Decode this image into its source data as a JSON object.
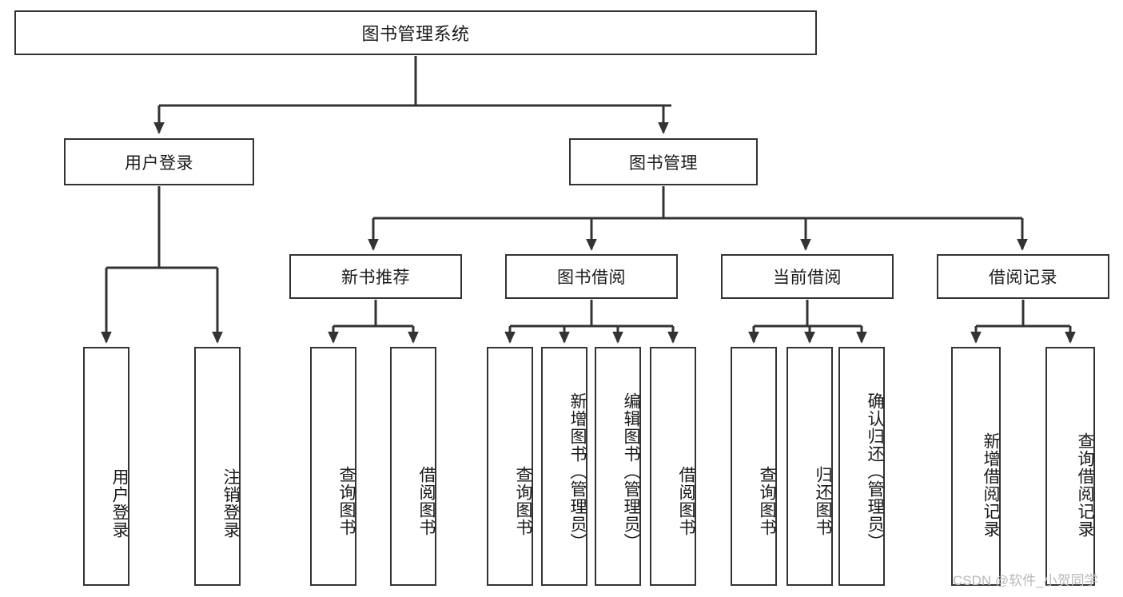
{
  "diagram": {
    "title": "图书管理系统",
    "type": "tree-hierarchy",
    "background_color": "#ffffff",
    "line_color": "#333333",
    "box_fill": "#ffffff",
    "watermark": "CSDN @软件_小贺同学",
    "levels": {
      "level1": [
        "图书管理系统"
      ],
      "level2": [
        "用户登录",
        "图书管理"
      ],
      "level3": [
        "新书推荐",
        "图书借阅",
        "当前借阅",
        "借阅记录"
      ]
    },
    "nodes": {
      "root": {
        "label": "图书管理系统"
      },
      "user_login": {
        "label": "用户登录"
      },
      "book_manage": {
        "label": "图书管理"
      },
      "new_book_rec": {
        "label": "新书推荐"
      },
      "book_borrow": {
        "label": "图书借阅"
      },
      "current_borrow": {
        "label": "当前借阅"
      },
      "borrow_record": {
        "label": "借阅记录"
      },
      "leaf_user_login": {
        "label": "用户登录"
      },
      "leaf_logout": {
        "label": "注销登录"
      },
      "leaf_query_book_a": {
        "label": "查询图书"
      },
      "leaf_borrow_book_a": {
        "label": "借阅图书"
      },
      "leaf_query_book_b": {
        "label": "查询图书"
      },
      "leaf_add_book": {
        "label": "新增图书（管理员）"
      },
      "leaf_edit_book": {
        "label": "编辑图书（管理员）"
      },
      "leaf_borrow_book_b": {
        "label": "借阅图书"
      },
      "leaf_query_book_c": {
        "label": "查询图书"
      },
      "leaf_return_book": {
        "label": "归还图书"
      },
      "leaf_confirm_return": {
        "label": "确认归还（管理员）"
      },
      "leaf_add_record": {
        "label": "新增借阅记录"
      },
      "leaf_query_record": {
        "label": "查询借阅记录"
      }
    }
  }
}
